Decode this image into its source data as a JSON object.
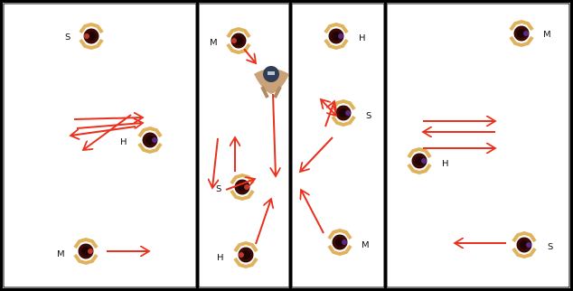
{
  "panels": [
    {
      "players": [
        {
          "label": "S",
          "accent": "#c0392b"
        },
        {
          "label": "H",
          "accent": "#5b2a86"
        },
        {
          "label": "M",
          "accent": "#c0392b"
        }
      ]
    },
    {
      "players": [
        {
          "label": "M",
          "accent": "#c0392b"
        },
        {
          "label": "S",
          "accent": "#c0392b"
        },
        {
          "label": "H",
          "accent": "#c0392b"
        }
      ],
      "coach": {
        "icon": "coach-with-ball-icon"
      }
    },
    {
      "players": [
        {
          "label": "H",
          "accent": "#5b2a86"
        },
        {
          "label": "S",
          "accent": "#5b2a86"
        },
        {
          "label": "M",
          "accent": "#5b2a86"
        }
      ]
    },
    {
      "players": [
        {
          "label": "M",
          "accent": "#5b2a86"
        },
        {
          "label": "H",
          "accent": "#5b2a86"
        },
        {
          "label": "S",
          "accent": "#5b2a86"
        }
      ]
    }
  ],
  "colors": {
    "arrow": "#e8321e",
    "border": "#000000",
    "field": "#ffffff",
    "ring": "#e0b25c",
    "head": "#3b0a05"
  },
  "icons": {
    "player": "player-top-view-icon",
    "arrow": "movement-arrow-icon"
  }
}
